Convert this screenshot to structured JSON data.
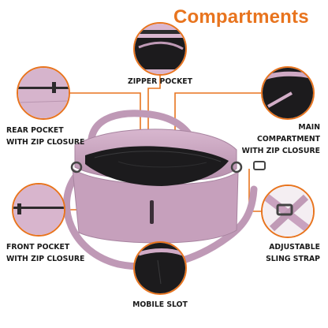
{
  "title": "Compartments",
  "labels": {
    "zipper_pocket": "ZIPPER POCKET",
    "rear_pocket": "REAR POCKET\nWITH ZIP CLOSURE",
    "main_compartment": "MAIN\nCOMPARTMENT\nWITH ZIP CLOSURE",
    "front_pocket": "FRONT POCKET\nWITH ZIP CLOSURE",
    "adjustable_strap": "ADJUSTABLE\nSLING STRAP",
    "mobile_slot": "MOBILE SLOT"
  },
  "colors": {
    "accent": "#e8741e",
    "bag": "#c9a2bf",
    "bag_dark": "#9c7794",
    "lining": "#1c1b1d"
  }
}
